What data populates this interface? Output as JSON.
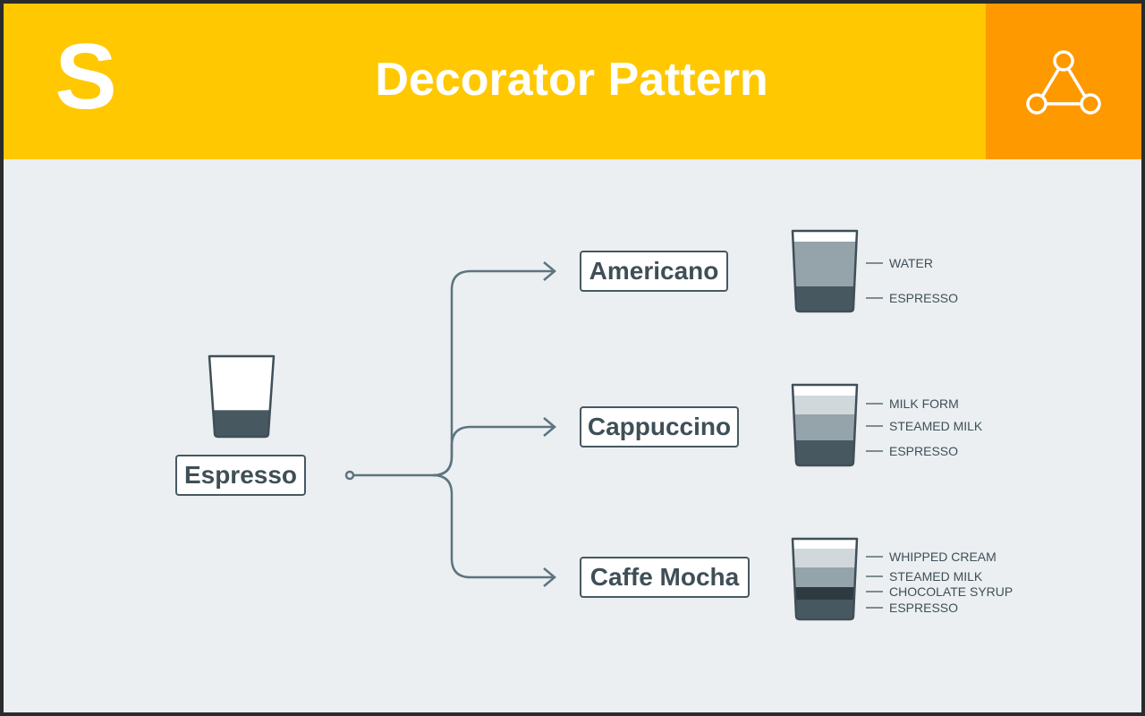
{
  "header": {
    "logo_text": "S",
    "title": "Decorator Pattern",
    "pattern_icon": "triangle-nodes-icon",
    "bg_color": "#ffc800",
    "tile_color": "#ff9900"
  },
  "base": {
    "name": "Espresso",
    "layers": [
      {
        "name": "espresso",
        "level": 0.33,
        "color": "#475861"
      }
    ]
  },
  "drinks": [
    {
      "name": "Americano",
      "layers": [
        {
          "label": "WATER",
          "color": "#95a4ab"
        },
        {
          "label": "ESPRESSO",
          "color": "#475861"
        }
      ]
    },
    {
      "name": "Cappuccino",
      "layers": [
        {
          "label": "MILK FORM",
          "color": "#d1d8dc"
        },
        {
          "label": "STEAMED MILK",
          "color": "#95a4ab"
        },
        {
          "label": "ESPRESSO",
          "color": "#475861"
        }
      ]
    },
    {
      "name": "Caffe Mocha",
      "layers": [
        {
          "label": "WHIPPED CREAM",
          "color": "#d1d8dc"
        },
        {
          "label": "STEAMED MILK",
          "color": "#95a4ab"
        },
        {
          "label": "CHOCOLATE SYRUP",
          "color": "#2e3a40"
        },
        {
          "label": "ESPRESSO",
          "color": "#475861"
        }
      ]
    }
  ],
  "colors": {
    "background": "#ebeff1",
    "line": "#5d7480",
    "outline": "#3f4f57"
  }
}
